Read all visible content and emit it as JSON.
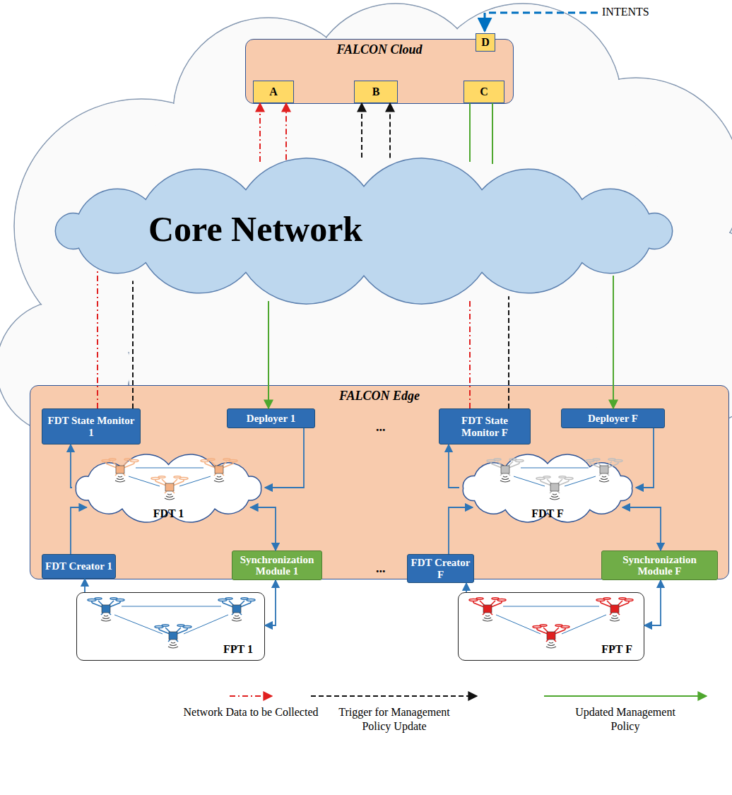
{
  "diagram": {
    "nodes": [
      {
        "text": [
          "FALCON Cloud"
        ]
      },
      {
        "text": [
          "A"
        ],
        "in": 0
      },
      {
        "text": [
          "B"
        ],
        "in": 0
      },
      {
        "text": [
          "C"
        ],
        "in": 0
      },
      {
        "text": [
          "D"
        ],
        "in": 0
      },
      {
        "text": [
          "Core Network"
        ]
      },
      {
        "text": [
          "FALCON Edge"
        ]
      },
      {
        "text": [
          "FDT State Monitor 1"
        ],
        "in": 6
      },
      {
        "text": [
          "Deployer 1"
        ],
        "in": 6
      },
      {
        "text": [
          "FDT State Monitor F"
        ],
        "in": 6
      },
      {
        "text": [
          "Deployer F"
        ],
        "in": 6
      },
      {
        "text": [
          "FDT 1"
        ],
        "in": 6
      },
      {
        "text": [
          "FDT F"
        ],
        "in": 6
      },
      {
        "text": [
          "FDT Creator 1"
        ],
        "in": 6
      },
      {
        "text": [
          "Synchronization Module 1"
        ],
        "in": 6
      },
      {
        "text": [
          "FDT Creator F"
        ],
        "in": 6
      },
      {
        "text": [
          "Synchronization Module F"
        ],
        "in": 6
      },
      {
        "text": [
          "FPT 1"
        ]
      },
      {
        "text": [
          "FPT F"
        ]
      }
    ],
    "edges": [
      {
        "from": 5,
        "to": 1,
        "arrow": "to"
      },
      {
        "from": 5,
        "to": 1,
        "arrow": "to"
      },
      {
        "from": 5,
        "to": 2,
        "arrow": "to"
      },
      {
        "from": 5,
        "to": 2,
        "arrow": "to"
      },
      {
        "from": 3,
        "to": 5,
        "arrow": "none"
      },
      {
        "from": 3,
        "to": 5,
        "arrow": "none"
      },
      {
        "from": 7,
        "to": 5,
        "arrow": "none"
      },
      {
        "from": 7,
        "to": 5,
        "arrow": "none"
      },
      {
        "from": 5,
        "to": 8,
        "arrow": "to"
      },
      {
        "from": 9,
        "to": 5,
        "arrow": "none"
      },
      {
        "from": 9,
        "to": 5,
        "arrow": "none"
      },
      {
        "from": 5,
        "to": 10,
        "arrow": "to"
      },
      {
        "from": 11,
        "to": 7,
        "arrow": "to"
      },
      {
        "from": 8,
        "to": 11,
        "arrow": "to"
      },
      {
        "from": 13,
        "to": 11,
        "arrow": "to"
      },
      {
        "from": 11,
        "to": 14,
        "arrow": "both"
      },
      {
        "from": 17,
        "to": 13,
        "arrow": "to"
      },
      {
        "from": 14,
        "to": 17,
        "arrow": "both"
      },
      {
        "from": 12,
        "to": 9,
        "arrow": "to"
      },
      {
        "from": 10,
        "to": 12,
        "arrow": "to"
      },
      {
        "from": 15,
        "to": 12,
        "arrow": "to"
      },
      {
        "from": 12,
        "to": 16,
        "arrow": "both"
      },
      {
        "from": 18,
        "to": 15,
        "arrow": "to"
      },
      {
        "from": 16,
        "to": 18,
        "arrow": "both"
      }
    ],
    "labels": [
      "INTENTS",
      "...",
      "..."
    ],
    "legend": [
      {
        "text": "Network Data to be Collected"
      },
      {
        "text": "Trigger for Management Policy Update"
      },
      {
        "text": "Updated Management Policy"
      }
    ]
  }
}
